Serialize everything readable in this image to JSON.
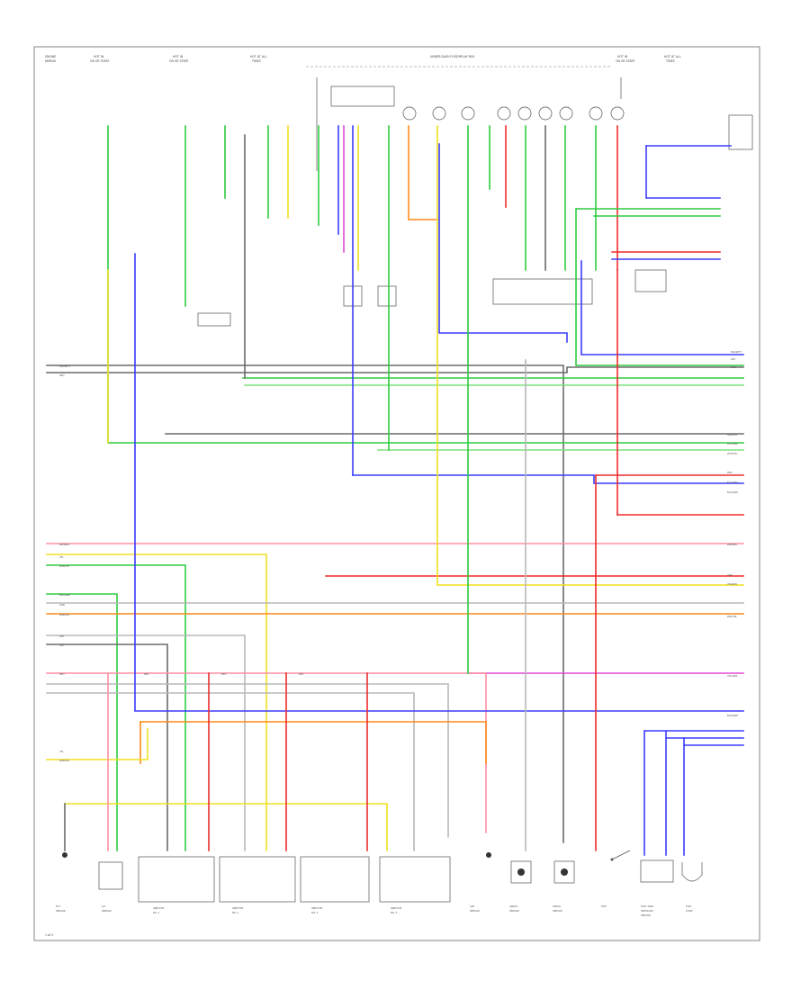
{
  "colors": {
    "green": "#2ecc40",
    "yellow": "#f0e020",
    "red": "#ee2b2b",
    "blue": "#3b3bff",
    "orange": "#ff8a1a",
    "pink": "#ff8fa0",
    "magenta": "#e04ad8",
    "gray": "#6a6a6a",
    "lightgray": "#b8b8b8",
    "black": "#222222",
    "light_green": "#7de07d"
  },
  "wire_labels": {
    "left_row_a": [
      "BLK/WHT",
      "RED"
    ],
    "left_row_b": [
      "RED/BLU",
      "YEL",
      "GRN/YEL"
    ],
    "left_row_c": [
      "BLU/GRN",
      "GRN",
      "GRN/YEL"
    ],
    "left_row_d": [
      "GRY",
      "GRY"
    ],
    "left_row_e": [
      "RED",
      "RED",
      "RED",
      "RED"
    ],
    "left_row_f": [
      "YEL",
      "GRN/YEL"
    ],
    "right_row_a": [
      "BLK/WHT",
      "GRY",
      "GRN"
    ],
    "right_row_b": [
      "GRN/YEL",
      "WHT/BLU",
      "WHT/YEL"
    ],
    "right_row_c": [
      "RED",
      "BLU/WHT",
      "BLU/GRN"
    ],
    "right_row_d": [
      "RED/BLU",
      "GRN",
      "YEL/RED"
    ],
    "right_row_e": [
      "RED/YEL",
      "YEL/GRN",
      "BLU/GRN"
    ]
  },
  "header_labels": {
    "top_left": [
      "ENGINE",
      "WIRING"
    ],
    "hot_in_1": [
      "HOT IN",
      "ON OR START"
    ],
    "hot_in_2": [
      "HOT IN",
      "ON OR START"
    ],
    "hot_at_all": [
      "HOT AT ALL",
      "TIMES"
    ],
    "underdash": "UNDER-DASH FUSE/RELAY BOX",
    "hot_in_3": [
      "HOT IN",
      "ON OR START"
    ],
    "hot_at_all_2": [
      "HOT AT ALL",
      "TIMES"
    ]
  },
  "components": {
    "bottom": [
      [
        "ECT",
        "SENSOR"
      ],
      [
        "IAT",
        "SENSOR"
      ],
      [
        "INJECTOR",
        "NO. 1"
      ],
      [
        "INJECTOR",
        "NO. 2"
      ],
      [
        "INJECTOR",
        "NO. 3"
      ],
      [
        "INJECTOR",
        "NO. 4"
      ],
      [
        "CKP",
        "SENSOR"
      ],
      [
        "KNOCK",
        "SENSOR"
      ],
      [
        "KNOCK",
        "SENSOR"
      ],
      [
        "PCM"
      ],
      [
        "FUEL TANK",
        "PRESSURE",
        "SENSOR"
      ],
      [
        "FUEL",
        "PUMP"
      ]
    ]
  },
  "footer": {
    "page_marker": "1 of 2"
  }
}
